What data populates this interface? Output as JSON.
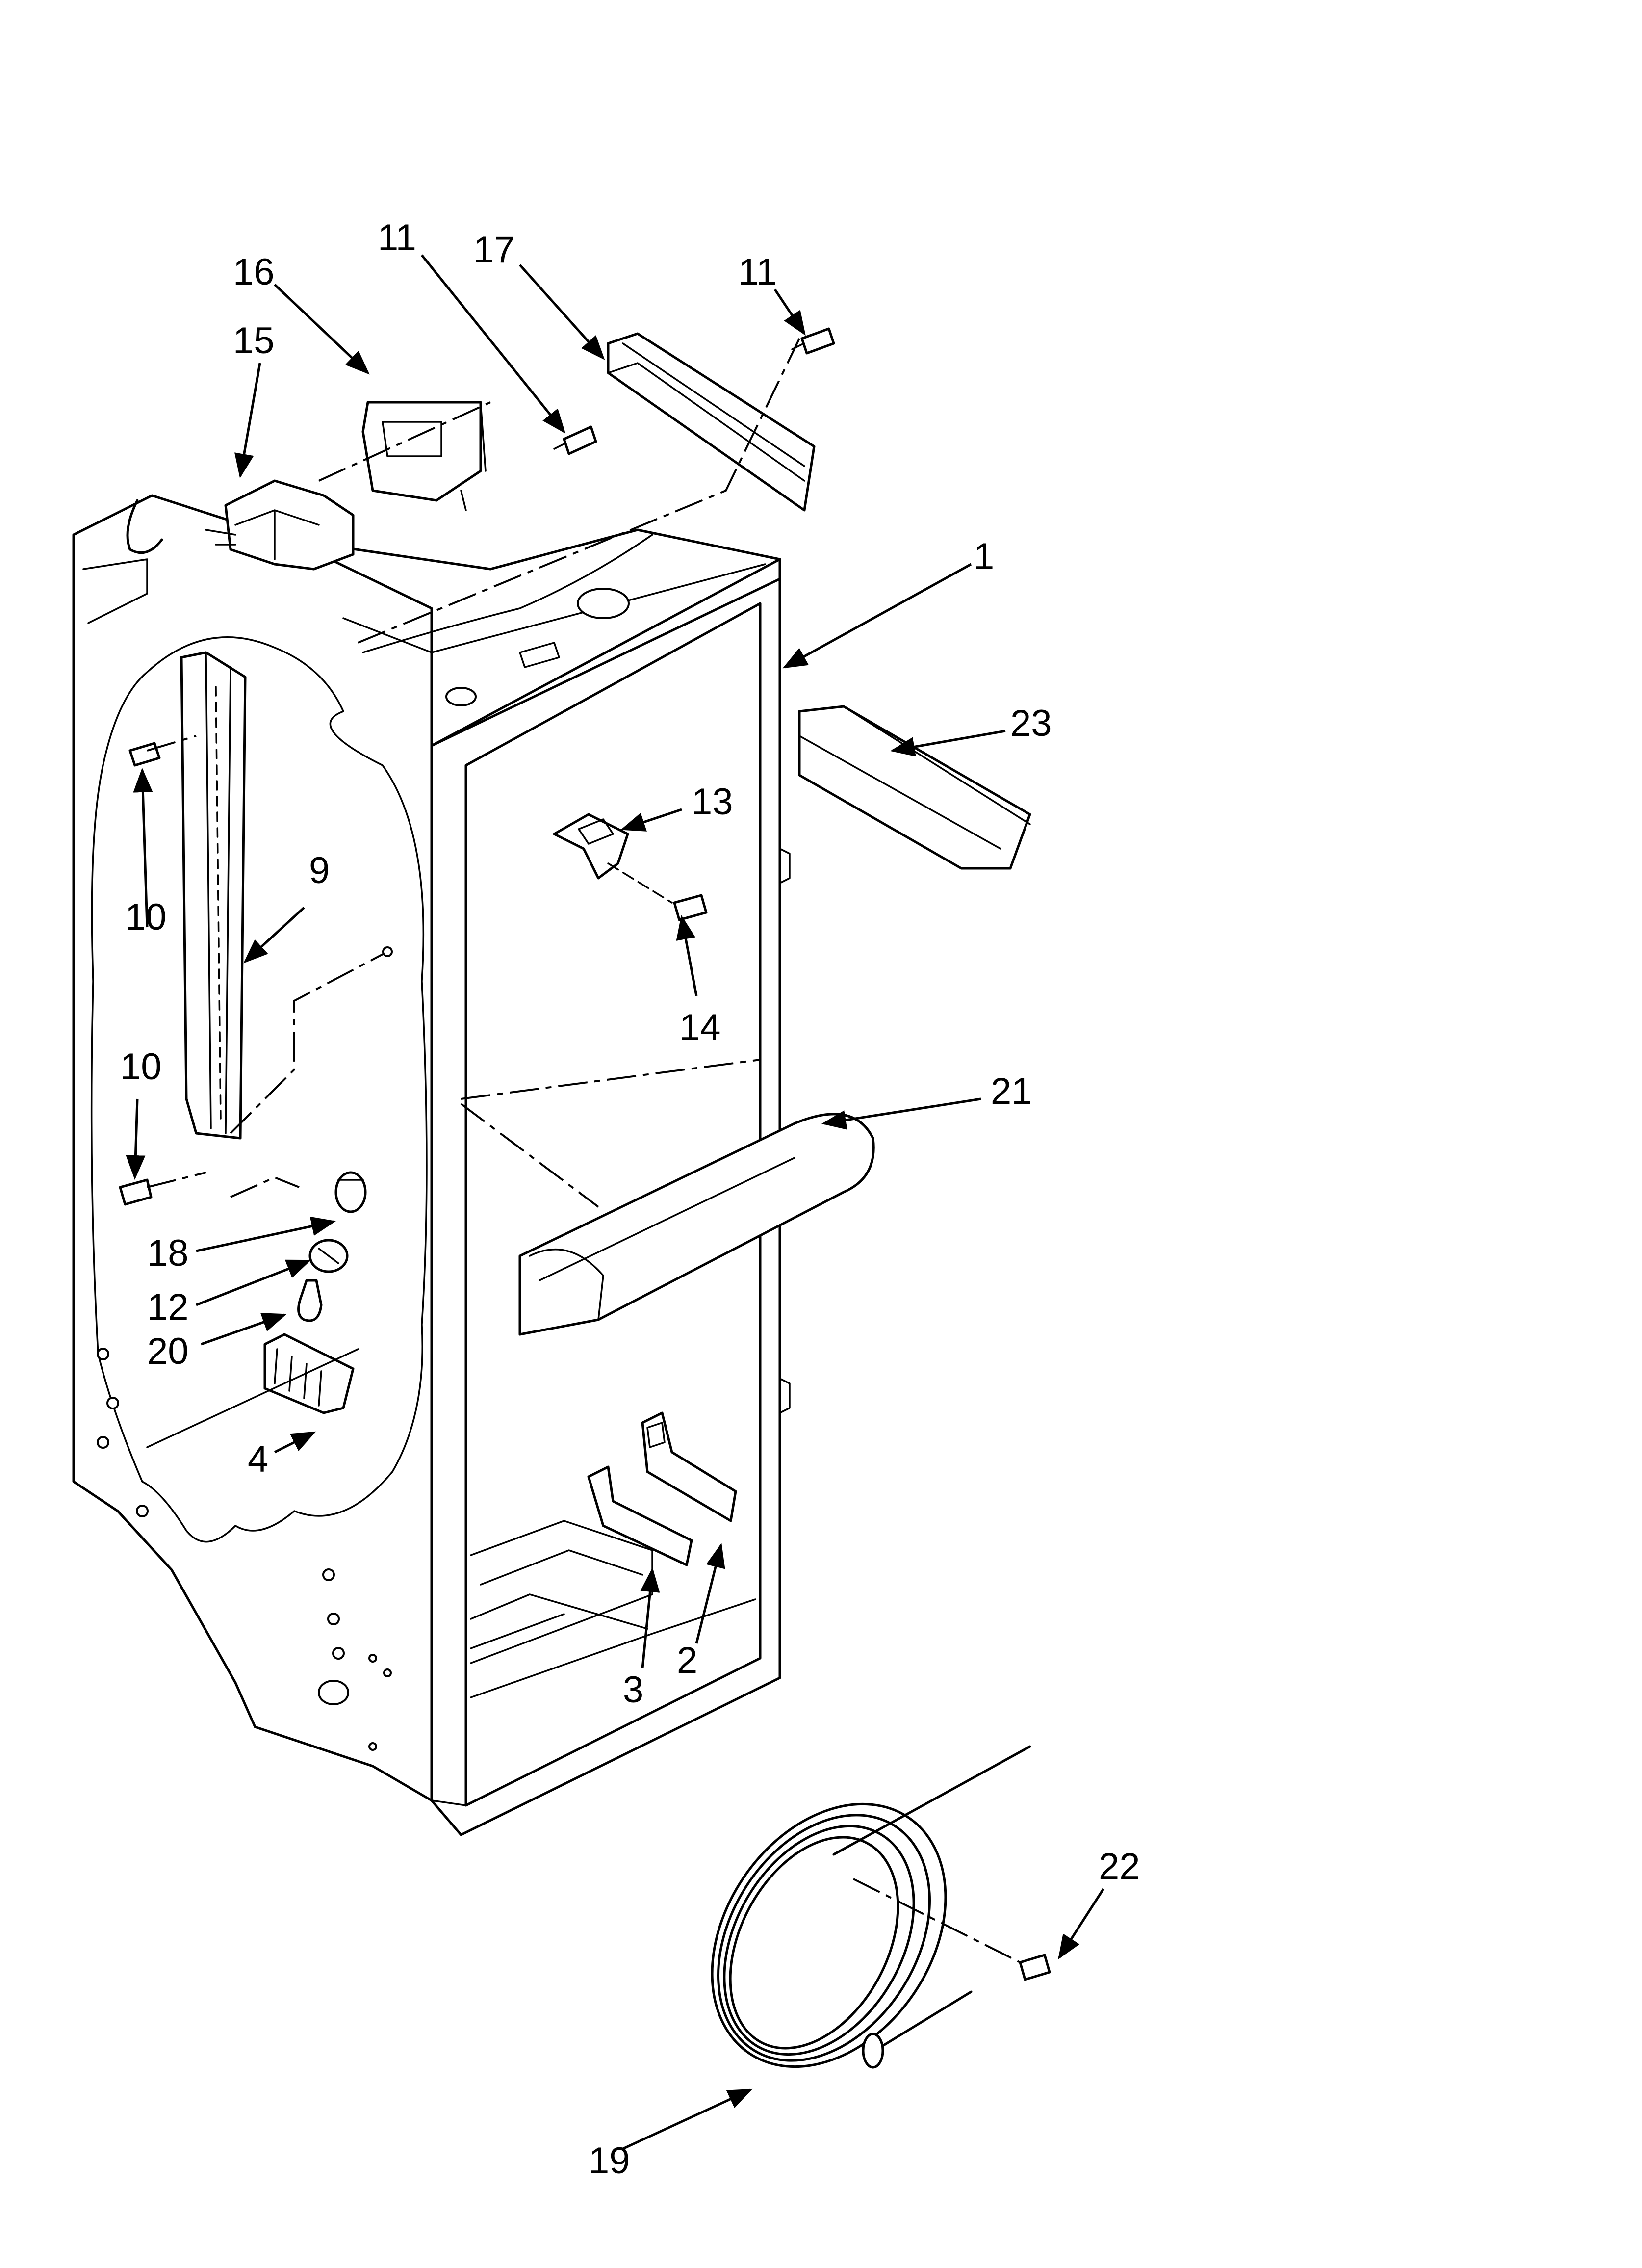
{
  "callouts": {
    "c16": "16",
    "c15": "15",
    "c11a": "11",
    "c17": "17",
    "c11b": "11",
    "c1": "1",
    "c23": "23",
    "c13": "13",
    "c14": "14",
    "c9": "9",
    "c10a": "10",
    "c10b": "10",
    "c21": "21",
    "c18": "18",
    "c12": "12",
    "c20": "20",
    "c4": "4",
    "c3": "3",
    "c2": "2",
    "c22": "22",
    "c19": "19"
  }
}
